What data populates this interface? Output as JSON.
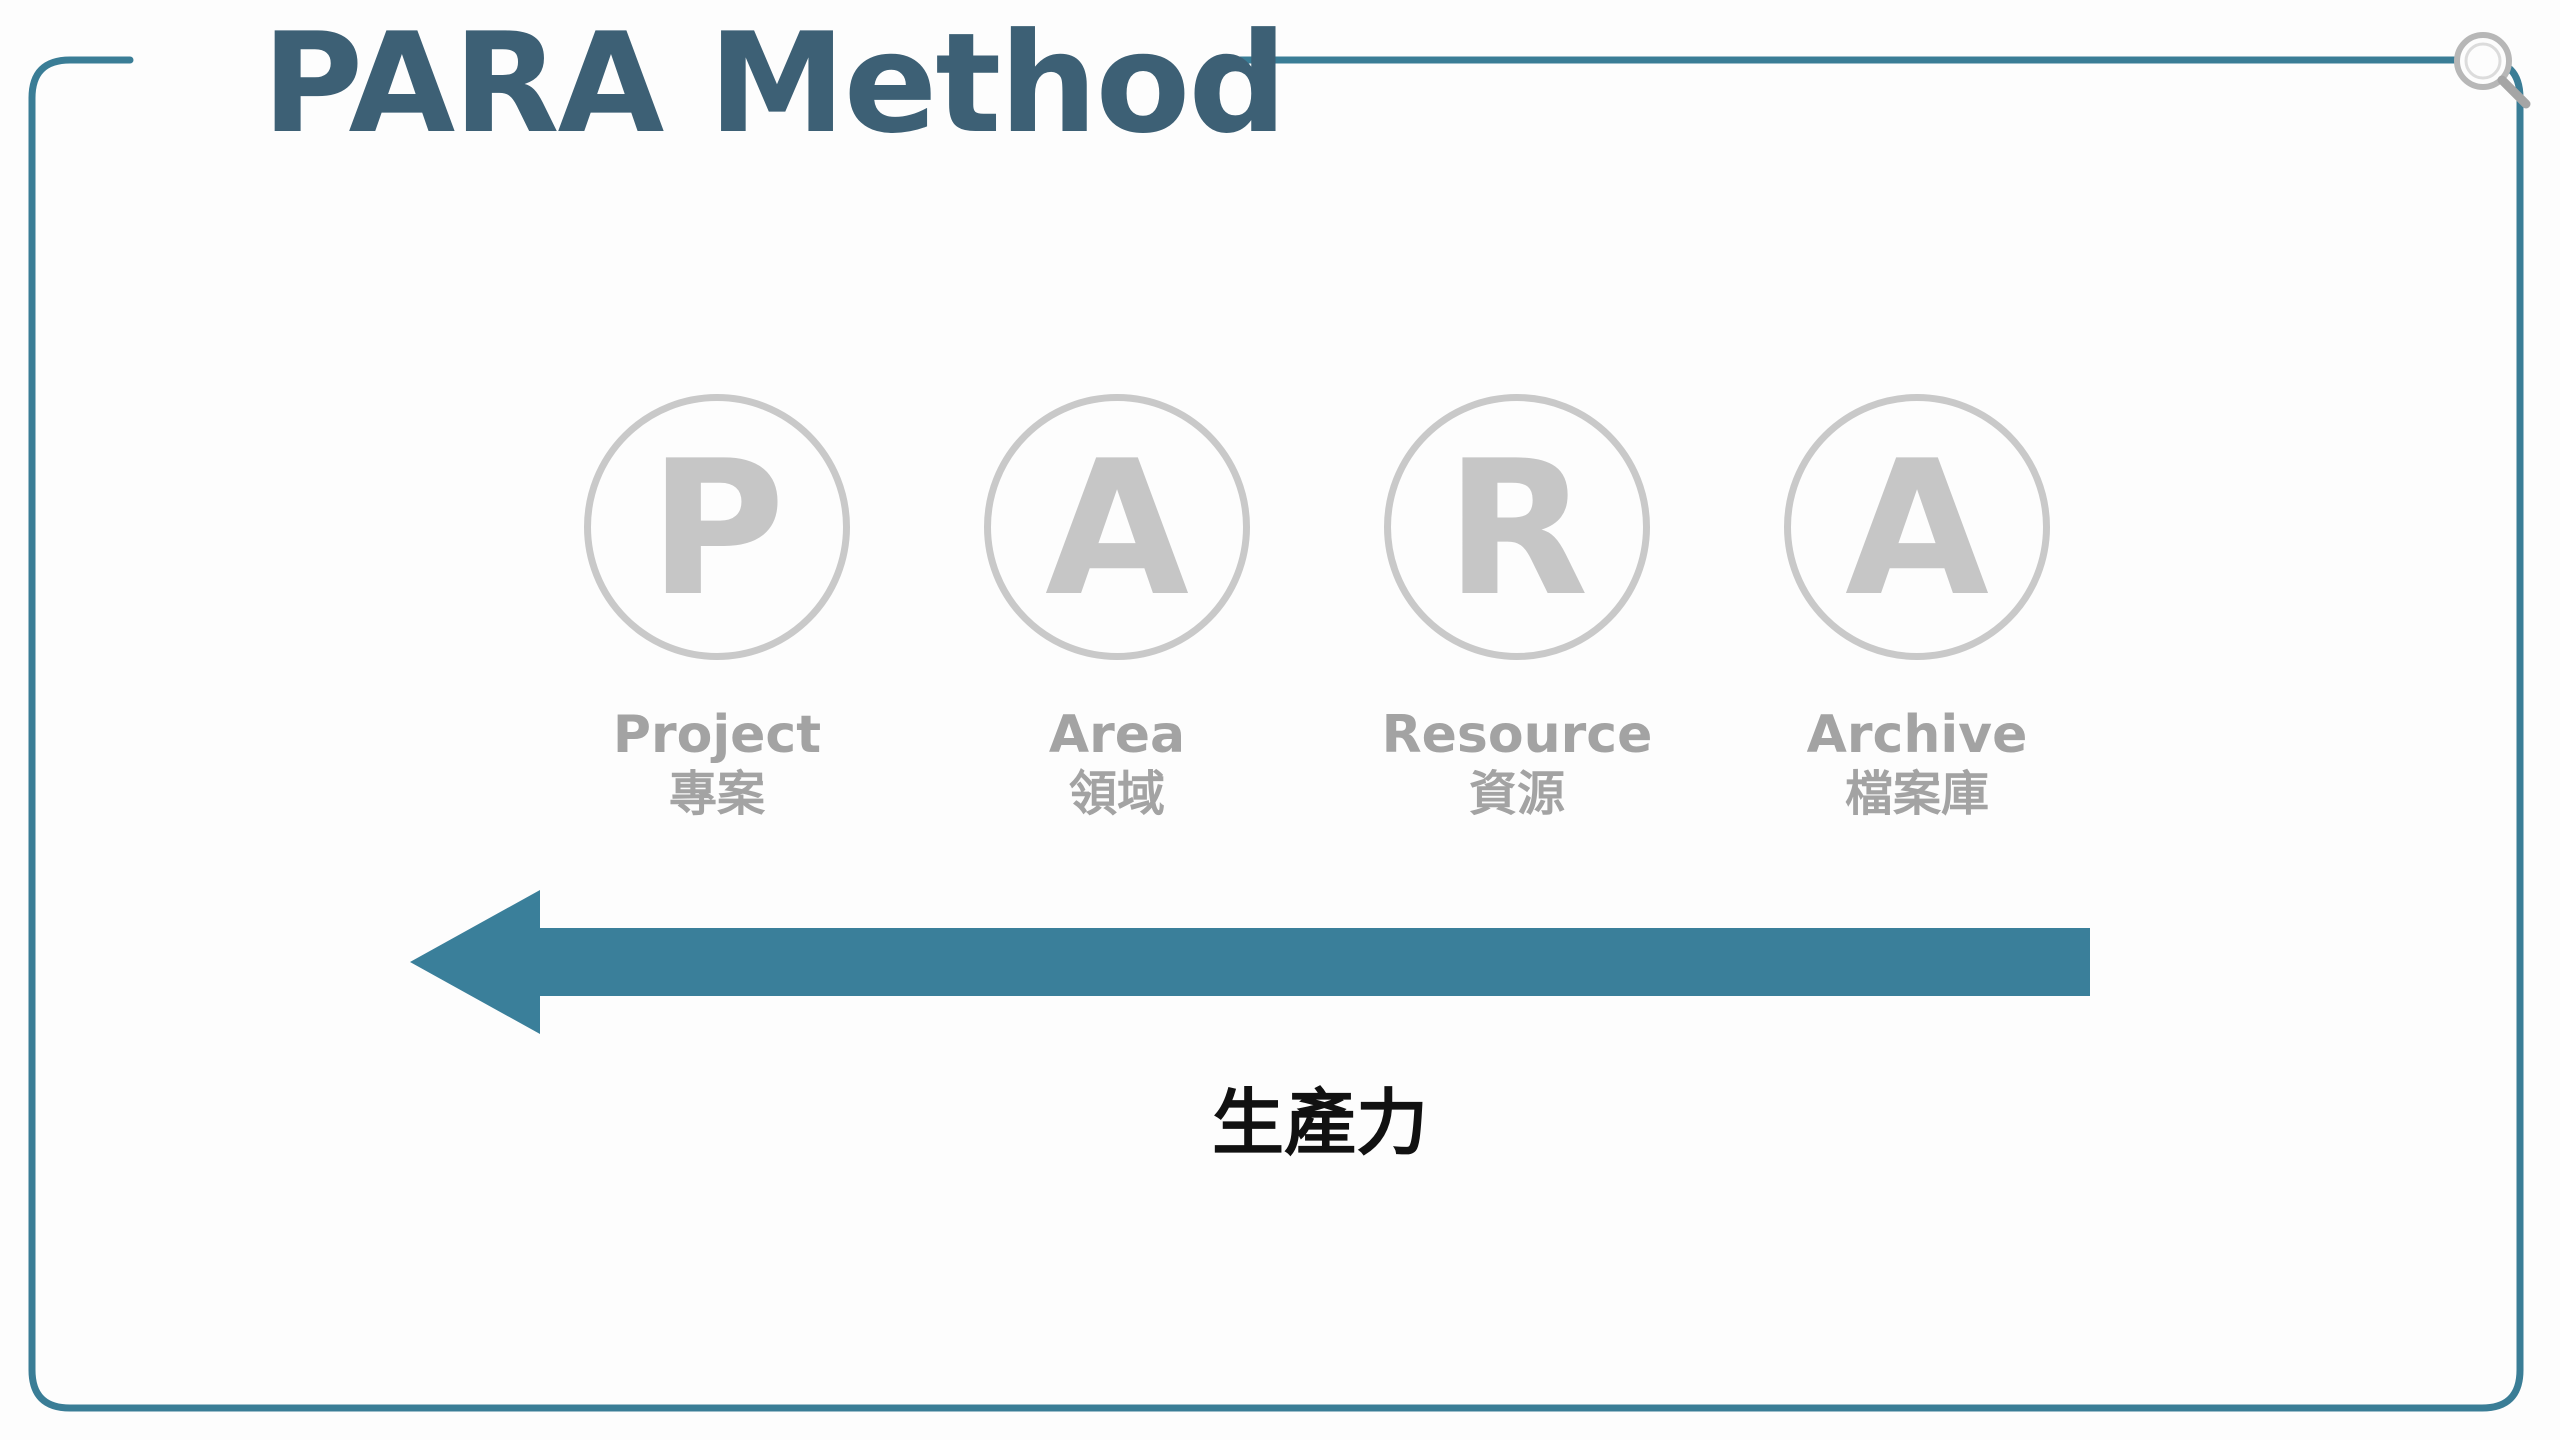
{
  "title": "PARA Method",
  "colors": {
    "frame": "#3a7d96",
    "title": "#3d6075",
    "circle": "#c9c9c9",
    "label": "#a3a3a3",
    "arrow": "#3a7f9a",
    "caption": "#111111"
  },
  "icon": "magnifier-icon",
  "items": [
    {
      "letter": "P",
      "label_en": "Project",
      "label_zh": "專案"
    },
    {
      "letter": "A",
      "label_en": "Area",
      "label_zh": "領域"
    },
    {
      "letter": "R",
      "label_en": "Resource",
      "label_zh": "資源"
    },
    {
      "letter": "A",
      "label_en": "Archive",
      "label_zh": "檔案庫"
    }
  ],
  "arrow": {
    "direction": "left"
  },
  "caption": "生產力"
}
